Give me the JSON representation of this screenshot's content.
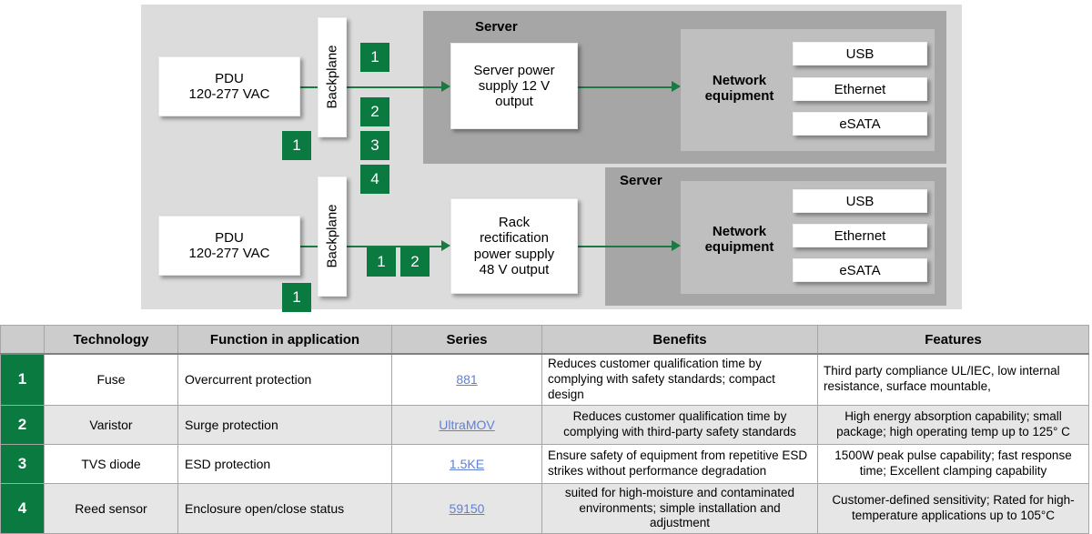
{
  "colors": {
    "green": "#0a7a40",
    "wire": "#1a7a42",
    "panel": "#dcdcdc",
    "server": "#a6a6a6",
    "net": "#bfbfbf",
    "link": "#6080d8",
    "header": "#cccccc"
  },
  "diagram": {
    "server_top_label": "Server",
    "server_bottom_label": "Server",
    "pdu_top": "PDU\n120-277 VAC",
    "pdu_top_line1": "PDU",
    "pdu_top_line2": "120-277 VAC",
    "pdu_bottom_line1": "PDU",
    "pdu_bottom_line2": "120-277 VAC",
    "backplane_top": "Backplane",
    "backplane_bottom": "Backplane",
    "psu_top_line1": "Server power",
    "psu_top_line2": "supply 12 V",
    "psu_top_line3": "output",
    "psu_bottom_line1": "Rack",
    "psu_bottom_line2": "rectification",
    "psu_bottom_line3": "power supply",
    "psu_bottom_line4": "48 V output",
    "network_top_line1": "Network",
    "network_top_line2": "equipment",
    "network_bottom_line1": "Network",
    "network_bottom_line2": "equipment",
    "ports_top": [
      "USB",
      "Ethernet",
      "eSATA"
    ],
    "ports_bottom": [
      "USB",
      "Ethernet",
      "eSATA"
    ],
    "badges": {
      "pdu_top_out": "1",
      "backplane_top_stack": [
        "1",
        "2",
        "3",
        "4"
      ],
      "pdu_bottom_out": "1",
      "rack_in": [
        "1",
        "2"
      ]
    }
  },
  "table": {
    "headers": [
      "",
      "Technology",
      "Function in application",
      "Series",
      "Benefits",
      "Features"
    ],
    "rows": [
      {
        "num": "1",
        "technology": "Fuse",
        "function": "Overcurrent protection",
        "series": "881",
        "benefits": "Reduces customer qualification time by complying with safety standards; compact design",
        "features": "Third party compliance UL/IEC, low internal resistance, surface mountable,",
        "benefits_align": "lft",
        "features_align": "lft"
      },
      {
        "num": "2",
        "technology": "Varistor",
        "function": "Surge protection",
        "series": "UltraMOV",
        "benefits": "Reduces customer qualification time by complying with third-party safety standards",
        "features": "High energy absorption capability; small package; high operating temp up to 125° C",
        "benefits_align": "ctr",
        "features_align": "ctr"
      },
      {
        "num": "3",
        "technology": "TVS diode",
        "function": "ESD protection",
        "series": "1.5KE",
        "benefits": "Ensure safety of equipment from repetitive ESD strikes  without performance degradation",
        "features": "1500W peak pulse capability; fast response time; Excellent clamping capability",
        "benefits_align": "lft",
        "features_align": "ctr"
      },
      {
        "num": "4",
        "technology": "Reed sensor",
        "function": "Enclosure open/close status",
        "series": "59150",
        "benefits": "suited for high-moisture and contaminated environments; simple installation and adjustment",
        "features": "Customer-defined sensitivity; Rated for high-temperature applications up to 105°C",
        "benefits_align": "ctr",
        "features_align": "ctr"
      }
    ]
  }
}
